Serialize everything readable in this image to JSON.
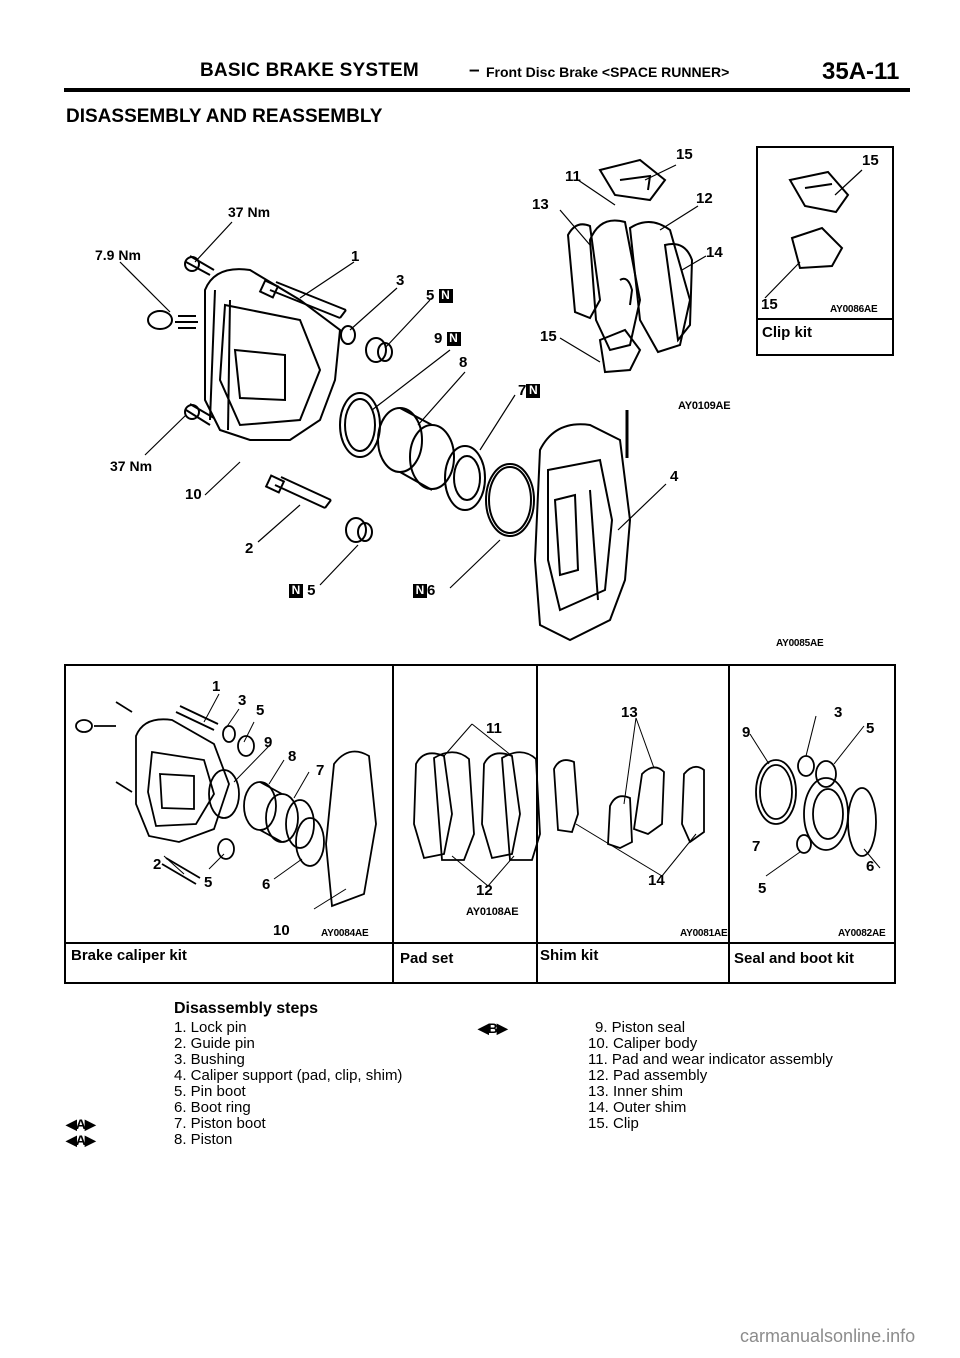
{
  "header": {
    "title": "BASIC BRAKE SYSTEM",
    "dash": "–",
    "subtitle": "Front Disc Brake <SPACE RUNNER>",
    "page_number": "35A-11"
  },
  "section_title": "DISASSEMBLY AND REASSEMBLY",
  "main_figure": {
    "torques": [
      "37 Nm",
      "7.9 Nm",
      "37 Nm"
    ],
    "callouts": {
      "n1": "1",
      "n2": "2",
      "n3": "3",
      "n4": "4",
      "n5": "5",
      "n6": "6",
      "n7": "7",
      "n8": "8",
      "n9": "9",
      "n10": "10",
      "n11": "11",
      "n12": "12",
      "n13": "13",
      "n14": "14",
      "n15a": "15",
      "n15b": "15"
    },
    "codes": {
      "pads": "AY0109AE",
      "main": "AY0085AE"
    }
  },
  "clip_kit": {
    "callout_top": "15",
    "callout_bottom": "15",
    "code": "AY0086AE",
    "caption": "Clip kit"
  },
  "kits": [
    {
      "caption": "Brake caliper kit",
      "code": "AY0084AE",
      "callouts": [
        "1",
        "3",
        "5",
        "9",
        "8",
        "7",
        "2",
        "5",
        "6",
        "10"
      ]
    },
    {
      "caption": "Pad set",
      "code": "AY0108AE",
      "callouts": [
        "11",
        "12"
      ]
    },
    {
      "caption": "Shim kit",
      "code": "AY0081AE",
      "callouts": [
        "13",
        "14"
      ]
    },
    {
      "caption": "Seal and boot kit",
      "code": "AY0082AE",
      "callouts": [
        "3",
        "9",
        "5",
        "7",
        "6",
        "5"
      ]
    }
  ],
  "steps": {
    "title": "Disassembly steps",
    "left": [
      {
        "marker": "",
        "text": "1. Lock pin"
      },
      {
        "marker": "",
        "text": "2. Guide pin"
      },
      {
        "marker": "",
        "text": "3. Bushing"
      },
      {
        "marker": "",
        "text": "4. Caliper support (pad, clip, shim)"
      },
      {
        "marker": "",
        "text": "5. Pin boot"
      },
      {
        "marker": "",
        "text": "6. Boot ring"
      },
      {
        "marker": "◀A▶",
        "text": "7. Piston boot"
      },
      {
        "marker": "◀A▶",
        "text": "8. Piston"
      }
    ],
    "right": [
      {
        "marker": "◀B▶",
        "text": "9. Piston seal"
      },
      {
        "marker": "",
        "text": "10. Caliper body"
      },
      {
        "marker": "",
        "text": "11. Pad and wear indicator assembly"
      },
      {
        "marker": "",
        "text": "12. Pad assembly"
      },
      {
        "marker": "",
        "text": "13. Inner shim"
      },
      {
        "marker": "",
        "text": "14. Outer shim"
      },
      {
        "marker": "",
        "text": "15. Clip"
      }
    ]
  },
  "watermark": "carmanualsonline.info"
}
